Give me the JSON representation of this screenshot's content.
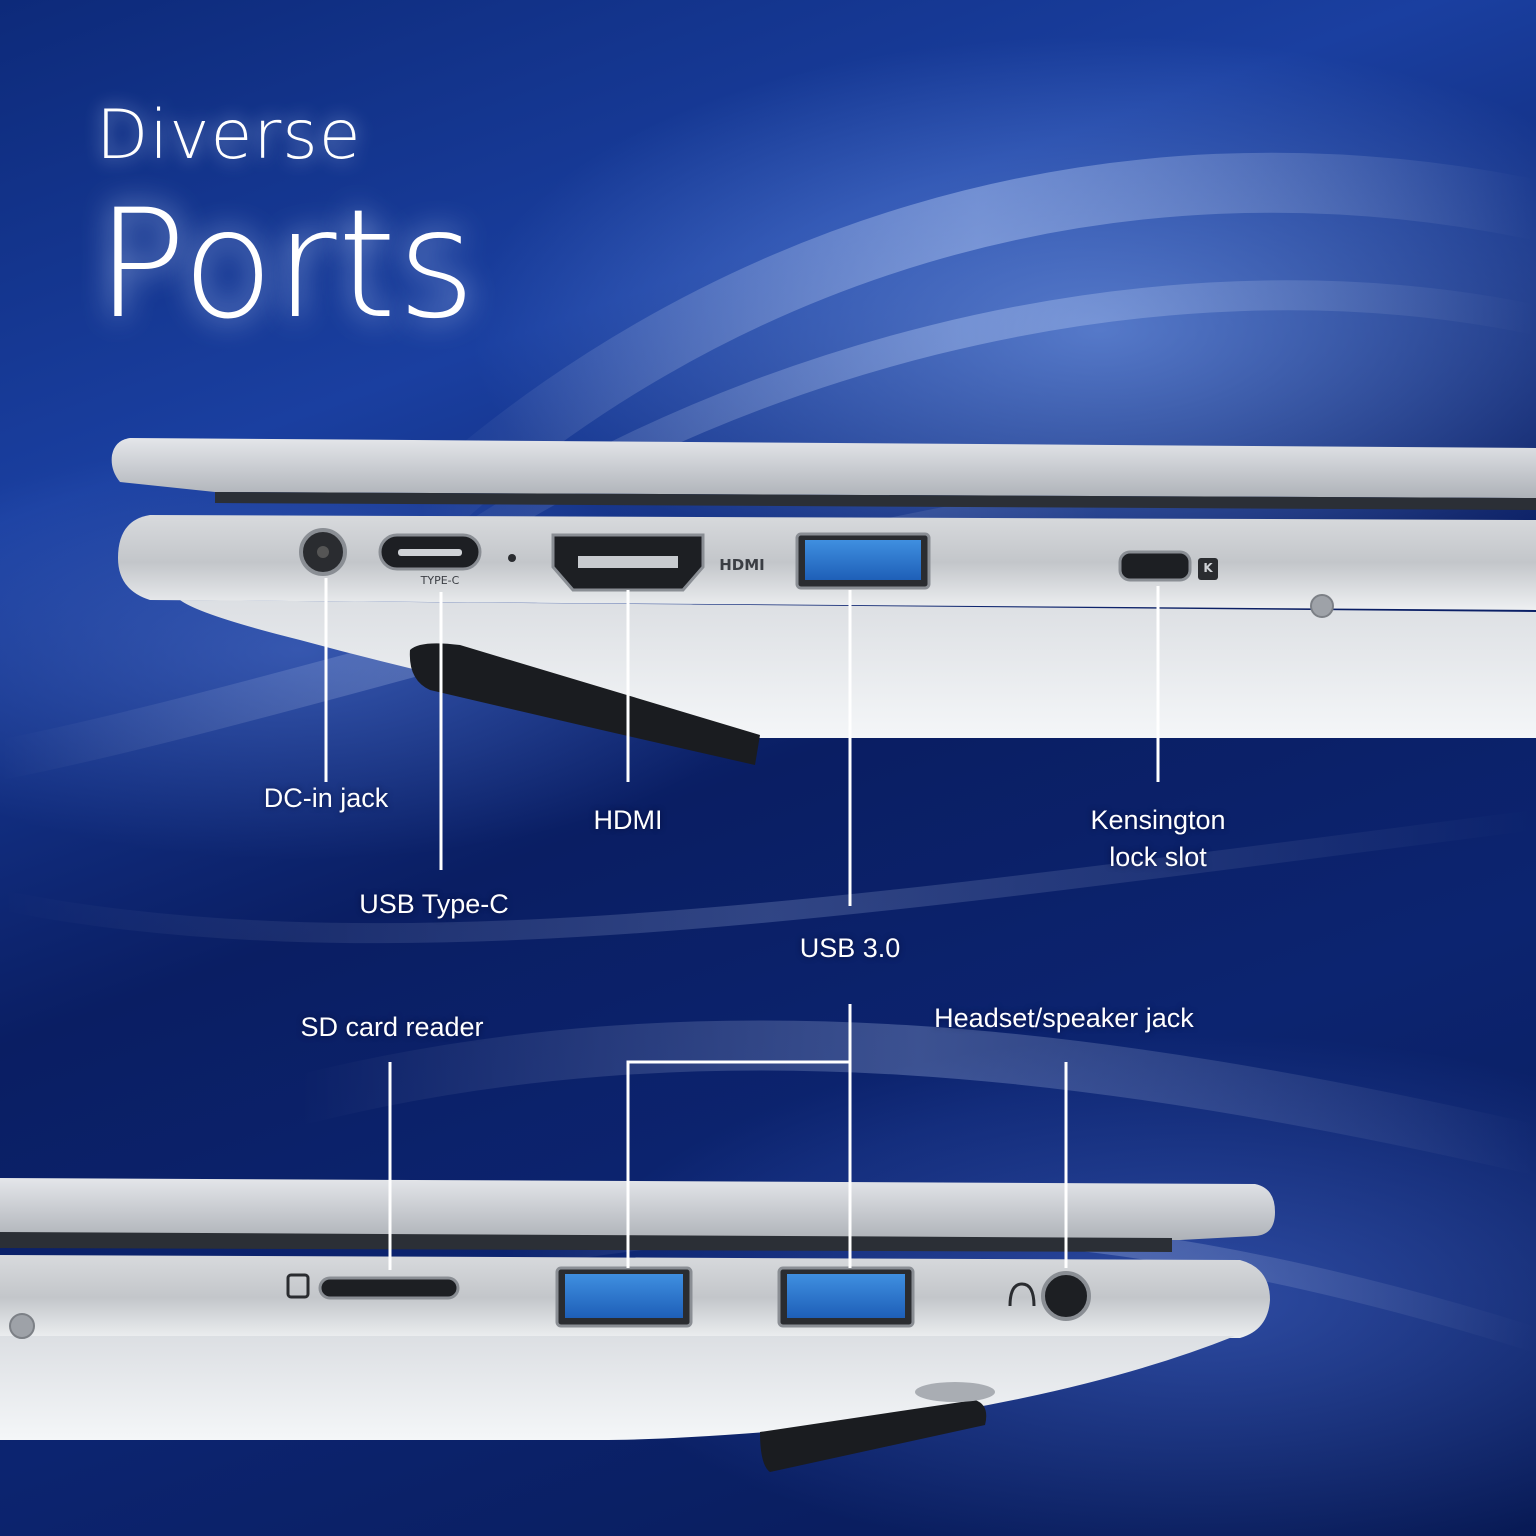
{
  "heading": {
    "line1": "Diverse",
    "line2": "Ports"
  },
  "port_labels": {
    "dc_in": "DC-in jack",
    "usb_c": "USB Type-C",
    "hdmi": "HDMI",
    "usb3": "USB 3.0",
    "kensington_line1": "Kensington",
    "kensington_line2": "lock slot",
    "sd_card": "SD card reader",
    "headset": "Headset/speaker jack"
  },
  "device_markings": {
    "type_c": "TYPE-C",
    "hdmi": "HDMI",
    "lock_k": "K"
  }
}
